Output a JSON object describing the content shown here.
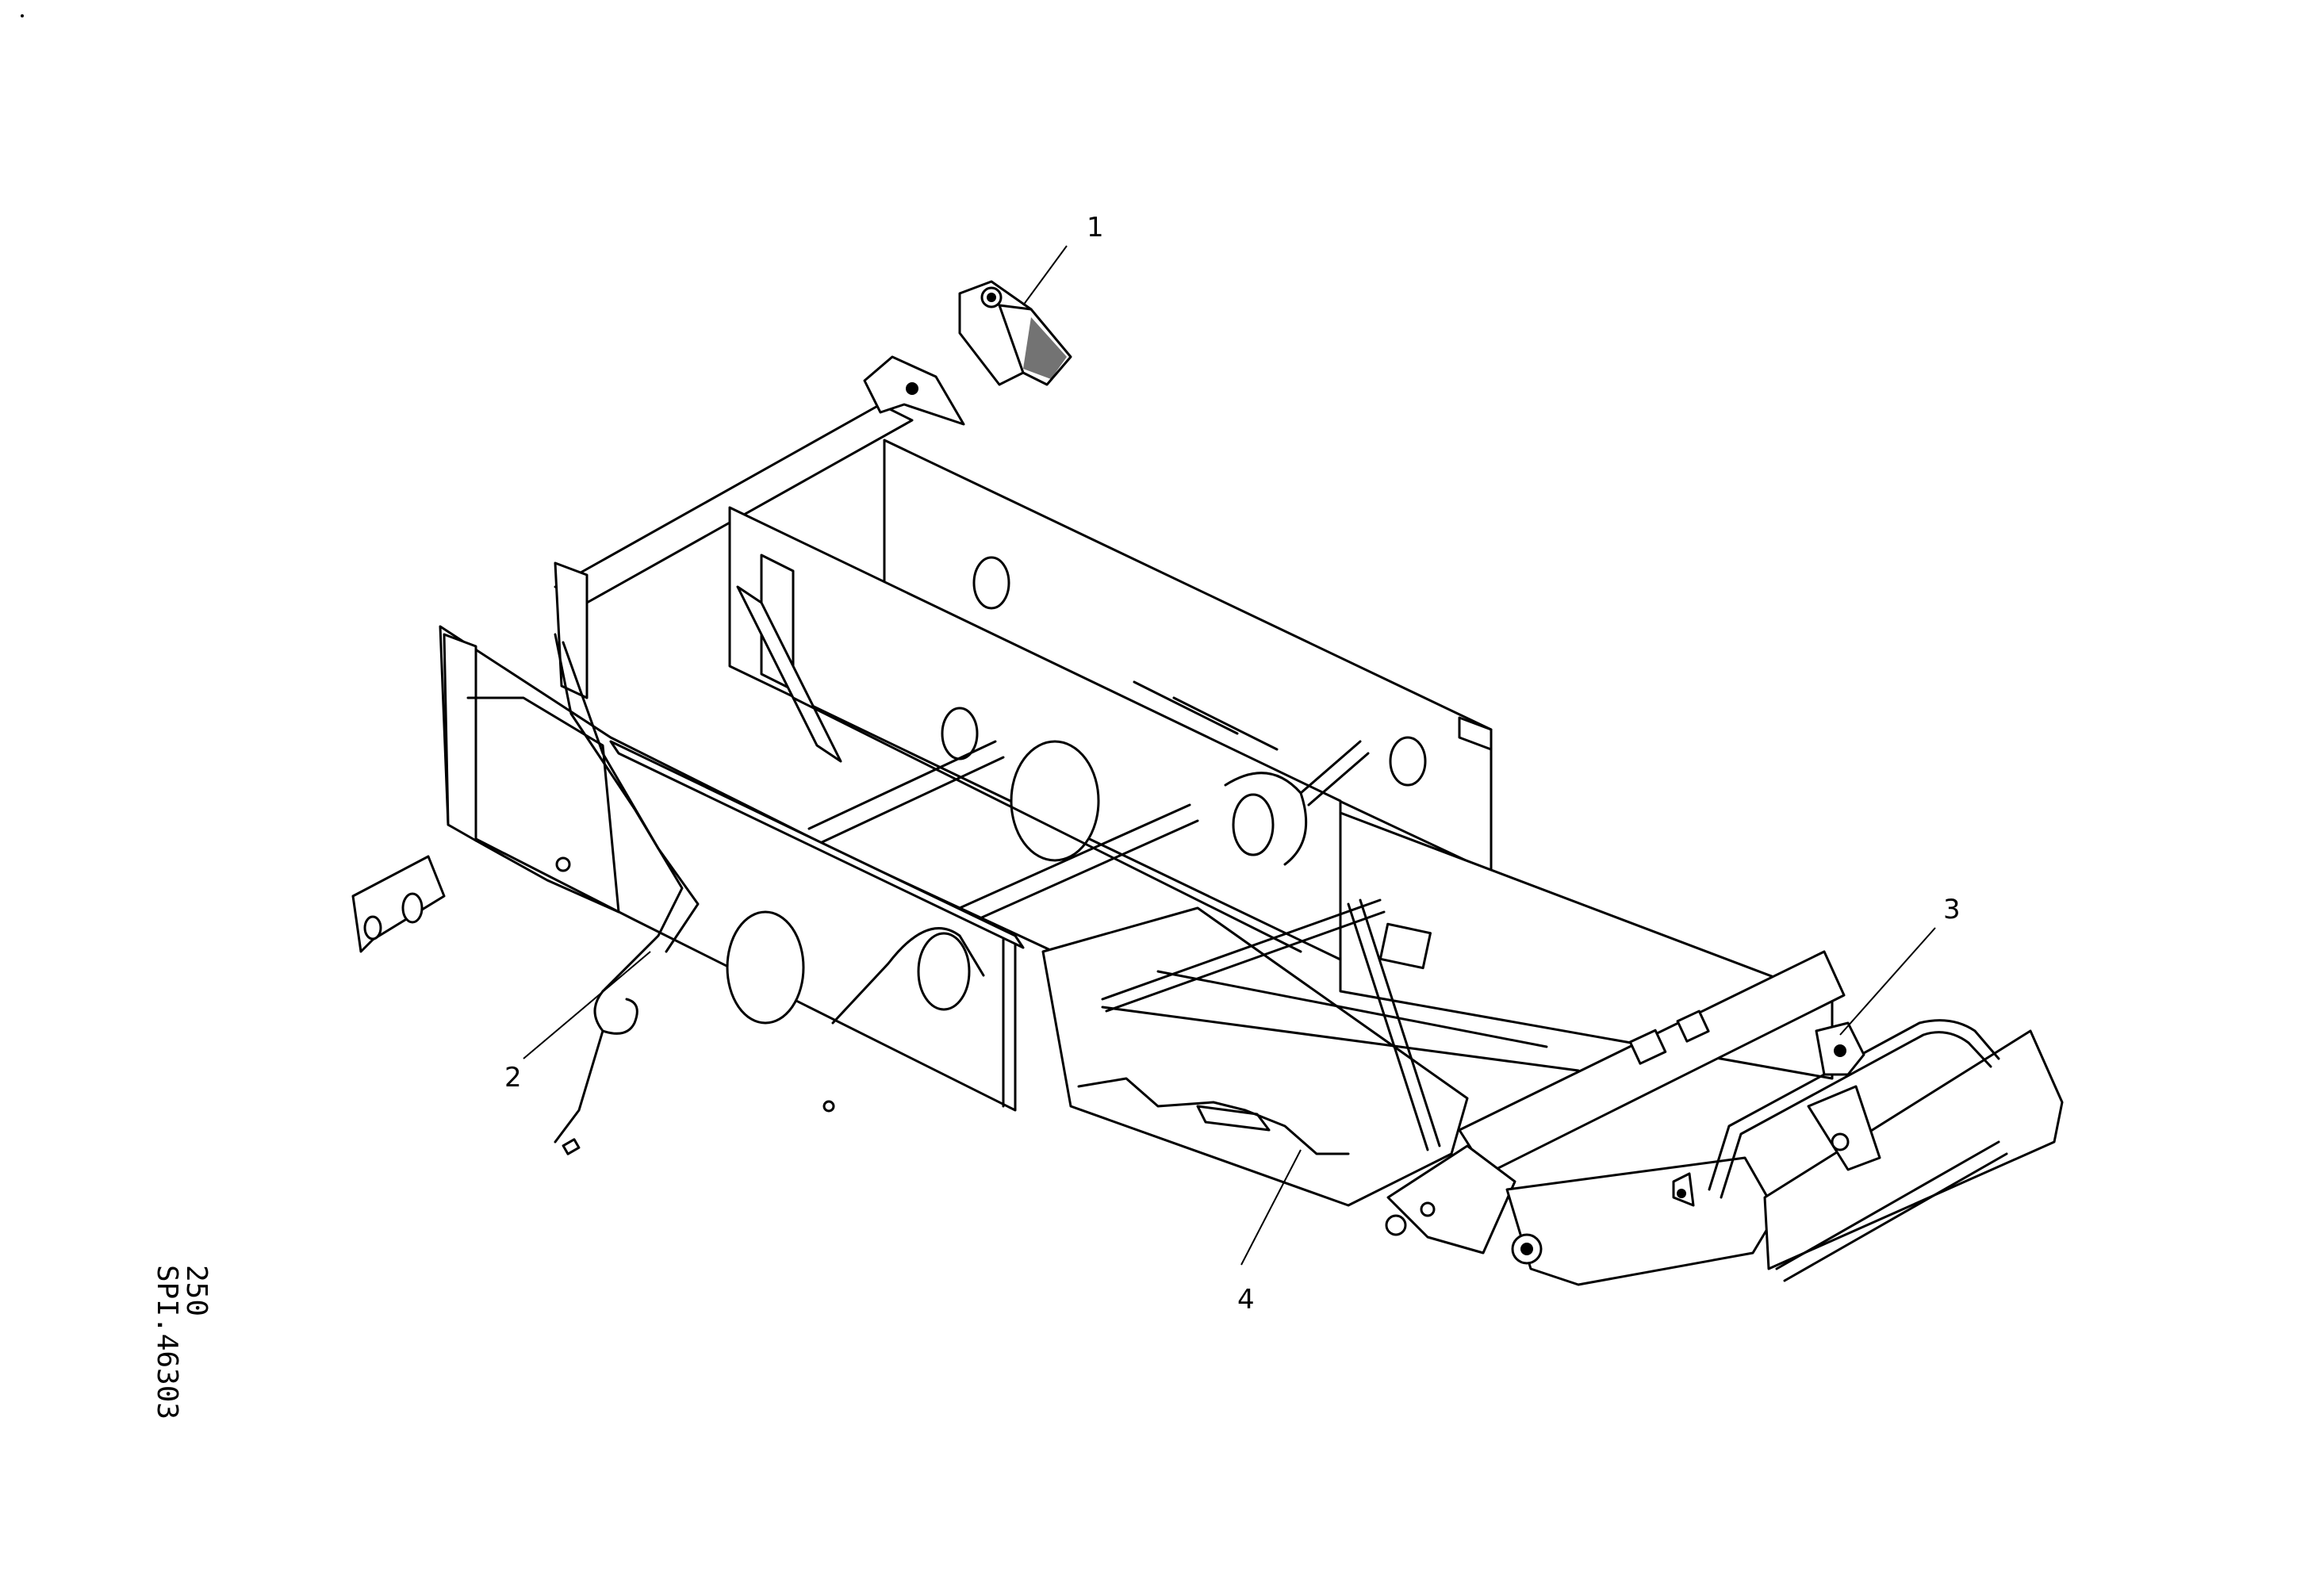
{
  "callouts": [
    {
      "id": "1",
      "label": "1"
    },
    {
      "id": "2",
      "label": "2"
    },
    {
      "id": "3",
      "label": "3"
    },
    {
      "id": "4",
      "label": "4"
    }
  ],
  "drawing_code": {
    "page": "250",
    "reference": "SPI.46303"
  }
}
